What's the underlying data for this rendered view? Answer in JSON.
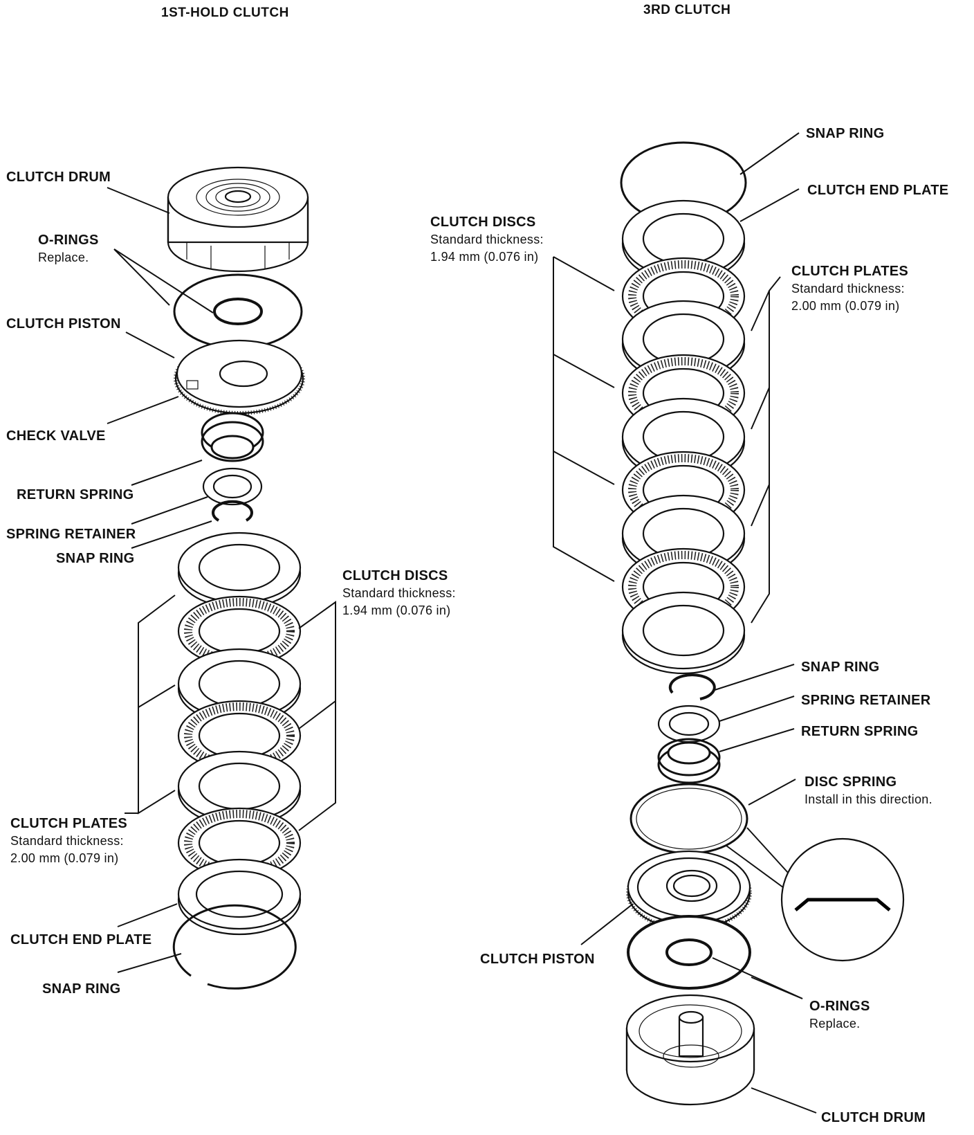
{
  "left": {
    "title": "1ST-HOLD CLUTCH",
    "labels": {
      "clutch_drum": "CLUTCH DRUM",
      "o_rings": "O-RINGS",
      "o_rings_note": "Replace.",
      "clutch_piston": "CLUTCH PISTON",
      "check_valve": "CHECK VALVE",
      "return_spring": "RETURN SPRING",
      "spring_retainer": "SPRING RETAINER",
      "snap_ring_upper": "SNAP RING",
      "clutch_discs": "CLUTCH DISCS",
      "clutch_discs_note1": "Standard thickness:",
      "clutch_discs_note2": "1.94 mm (0.076 in)",
      "clutch_plates": "CLUTCH PLATES",
      "clutch_plates_note1": "Standard thickness:",
      "clutch_plates_note2": "2.00 mm (0.079 in)",
      "clutch_end_plate": "CLUTCH END PLATE",
      "snap_ring_lower": "SNAP RING"
    }
  },
  "right": {
    "title": "3RD CLUTCH",
    "labels": {
      "snap_ring_top": "SNAP RING",
      "clutch_end_plate": "CLUTCH END PLATE",
      "clutch_discs": "CLUTCH DISCS",
      "clutch_discs_note1": "Standard thickness:",
      "clutch_discs_note2": "1.94 mm (0.076 in)",
      "clutch_plates": "CLUTCH PLATES",
      "clutch_plates_note1": "Standard thickness:",
      "clutch_plates_note2": "2.00 mm (0.079 in)",
      "snap_ring_mid": "SNAP RING",
      "spring_retainer": "SPRING RETAINER",
      "return_spring": "RETURN SPRING",
      "disc_spring": "DISC SPRING",
      "disc_spring_note": "Install in this direction.",
      "clutch_piston": "CLUTCH PISTON",
      "o_rings": "O-RINGS",
      "o_rings_note": "Replace.",
      "clutch_drum": "CLUTCH DRUM"
    }
  }
}
